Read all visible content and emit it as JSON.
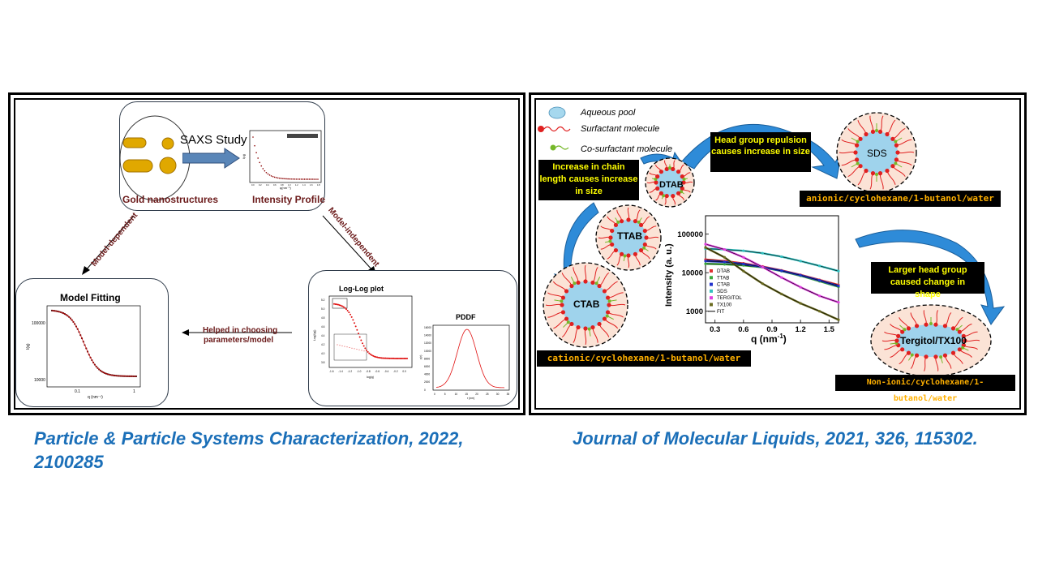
{
  "left_panel": {
    "gold_label": "Gold nanostructures",
    "saxs_label": "SAXS Study",
    "intensity_label": "Intensity Profile",
    "model_dependent": "Model-dependent",
    "model_independent": "Model-independent",
    "model_fitting_title": "Model Fitting",
    "helped_line1": "Helped in choosing",
    "helped_line2": "parameters/model",
    "loglog_title": "Log-Log plot",
    "pddf_title": "PDDF",
    "model_fit_ylabel": "I(q)",
    "model_fit_xlabel": "q (nm⁻¹)",
    "model_fit_yticks": [
      "100000",
      "10000"
    ],
    "model_fit_xticks": [
      "0.1",
      "1"
    ],
    "loglog_ylabel": "Log(I(q))",
    "loglog_xlabel": "log(q)",
    "loglog_yticks": [
      "5.2",
      "5.0",
      "4.8",
      "4.6",
      "4.4",
      "4.2",
      "4.0",
      "3.8"
    ],
    "loglog_xticks": [
      "-1.6",
      "-1.4",
      "-1.2",
      "-1.0",
      "-0.8",
      "-0.6",
      "-0.4",
      "-0.2",
      "0.0"
    ],
    "pddf_ylabel": "p(r)",
    "pddf_xlabel": "r (nm)",
    "pddf_yticks": [
      "16000",
      "14000",
      "12000",
      "10000",
      "8000",
      "6000",
      "4000",
      "2000",
      "0"
    ],
    "pddf_xticks": [
      "0",
      "5",
      "10",
      "15",
      "20",
      "25",
      "30",
      "35"
    ],
    "intensity_ylabel": "I(q)",
    "intensity_xlabel": "q(nm⁻¹)",
    "intensity_xticks": [
      "0.0",
      "0.2",
      "0.4",
      "0.6",
      "0.8",
      "1.0",
      "1.2",
      "1.4",
      "1.6",
      "1.8"
    ]
  },
  "right_panel": {
    "legend": [
      "Aqueous pool",
      "Surfactant molecule",
      "Co-surfactant molecule"
    ],
    "head_group_box": "Head group repulsion causes increase in size",
    "chain_length_box": "Increase in chain length causes increase in size",
    "larger_head_box": "Larger head group caused change in shape",
    "anionic_label": "anionic/cyclohexane/1-butanol/water",
    "cationic_label": "cationic/cyclohexane/1-butanol/water",
    "nonionic_label": "Non-ionic/cyclohexane/1-butanol/water",
    "micelles": [
      "DTAB",
      "TTAB",
      "CTAB",
      "SDS",
      "Tergitol/TX100"
    ],
    "chart_ylabel": "Intensity (a. u.)",
    "chart_xlabel": "q (nm",
    "chart_xlabel_sup": "-1",
    "chart_xlabel_end": ")",
    "chart_yticks": [
      "100000",
      "10000",
      "1000"
    ],
    "chart_xticks": [
      "0.3",
      "0.6",
      "0.9",
      "1.2",
      "1.5"
    ],
    "chart_legend": [
      "DTAB",
      "TTAB",
      "CTAB",
      "SDS",
      "TERGITOL",
      "TX100",
      "FIT"
    ]
  },
  "captions": {
    "left": "Particle & Particle Systems Characterization, 2022, 2100285",
    "right": "Journal of Molecular Liquids, 2021, 326, 115302."
  },
  "colors": {
    "caption_blue": "#1b6fb8",
    "gold": "#e0a800",
    "dark_red_text": "#6b1a1a",
    "box_yellow": "#ffff00",
    "system_orange": "#ffb000",
    "arrow_blue": "#2e8bd8"
  },
  "chart_data": {
    "type": "scatter",
    "xlabel": "q (nm-1)",
    "ylabel": "Intensity (a. u.)",
    "xlim": [
      0.2,
      1.6
    ],
    "ylim": [
      500,
      300000
    ],
    "yscale": "log",
    "legend_position": "center-left",
    "series": [
      {
        "name": "DTAB",
        "color": "#e03030",
        "x": [
          0.2,
          0.4,
          0.6,
          0.8,
          1.0,
          1.2,
          1.4,
          1.6
        ],
        "y": [
          22000,
          20000,
          17500,
          14500,
          11500,
          8800,
          6500,
          4800
        ]
      },
      {
        "name": "TTAB",
        "color": "#3aa83a",
        "x": [
          0.2,
          0.4,
          0.6,
          0.8,
          1.0,
          1.2,
          1.4,
          1.6
        ],
        "y": [
          17000,
          16500,
          15500,
          13800,
          11000,
          8300,
          6000,
          4300
        ]
      },
      {
        "name": "CTAB",
        "color": "#2233cc",
        "x": [
          0.2,
          0.4,
          0.6,
          0.8,
          1.0,
          1.2,
          1.4,
          1.6
        ],
        "y": [
          20000,
          19000,
          16800,
          14000,
          11200,
          8600,
          6300,
          4500
        ]
      },
      {
        "name": "SDS",
        "color": "#33c0c0",
        "x": [
          0.2,
          0.4,
          0.6,
          0.8,
          1.0,
          1.2,
          1.4,
          1.6
        ],
        "y": [
          42000,
          40000,
          37000,
          32000,
          26000,
          20000,
          15000,
          11000
        ]
      },
      {
        "name": "TERGITOL",
        "color": "#e040e0",
        "x": [
          0.2,
          0.4,
          0.6,
          0.8,
          1.0,
          1.2,
          1.4,
          1.6
        ],
        "y": [
          55000,
          40000,
          25000,
          14000,
          7500,
          4200,
          2500,
          1700
        ]
      },
      {
        "name": "TX100",
        "color": "#6b6b20",
        "x": [
          0.2,
          0.4,
          0.6,
          0.8,
          1.0,
          1.2,
          1.4,
          1.6
        ],
        "y": [
          45000,
          25000,
          11000,
          5200,
          2800,
          1600,
          1000,
          600
        ]
      }
    ]
  }
}
